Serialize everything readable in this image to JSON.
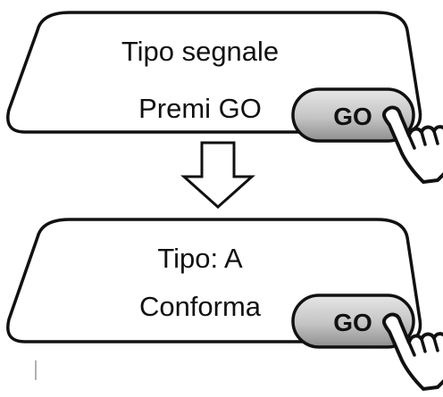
{
  "screens": [
    {
      "line1": "Tipo segnale",
      "line2": "Premi GO",
      "button_label": "GO",
      "icon": "pointing-hand"
    },
    {
      "line1": "Tipo: A",
      "line2": "Conforma",
      "button_label": "GO",
      "icon": "pointing-hand"
    }
  ],
  "flow_arrow": {
    "icon": "down-arrow-outline"
  },
  "colors": {
    "outline": "#111111",
    "button_fill_light": "#e2e2e2",
    "button_fill_dark": "#8e8e8e",
    "hand_fill": "#ffffff"
  }
}
